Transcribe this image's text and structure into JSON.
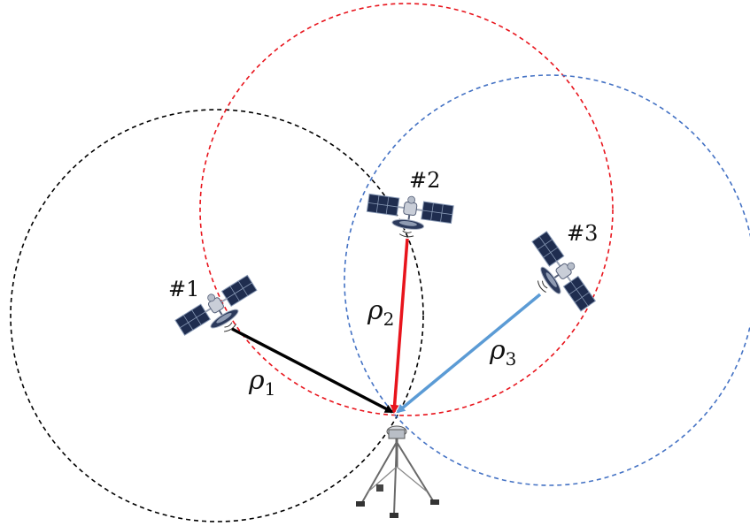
{
  "satellites": [
    {
      "id": "sat1",
      "label": "#1",
      "range_symbol": "ρ",
      "range_subscript": "1",
      "color": "#000000"
    },
    {
      "id": "sat2",
      "label": "#2",
      "range_symbol": "ρ",
      "range_subscript": "2",
      "color": "#e8141c"
    },
    {
      "id": "sat3",
      "label": "#3",
      "range_symbol": "ρ",
      "range_subscript": "3",
      "color": "#5b9bd5"
    }
  ],
  "circle_colors": {
    "sat1": "#000000",
    "sat2": "#e8141c",
    "sat3": "#4472c4"
  },
  "panel_color": "#1f2d4f",
  "receiver_icon": "tripod-antenna-icon"
}
